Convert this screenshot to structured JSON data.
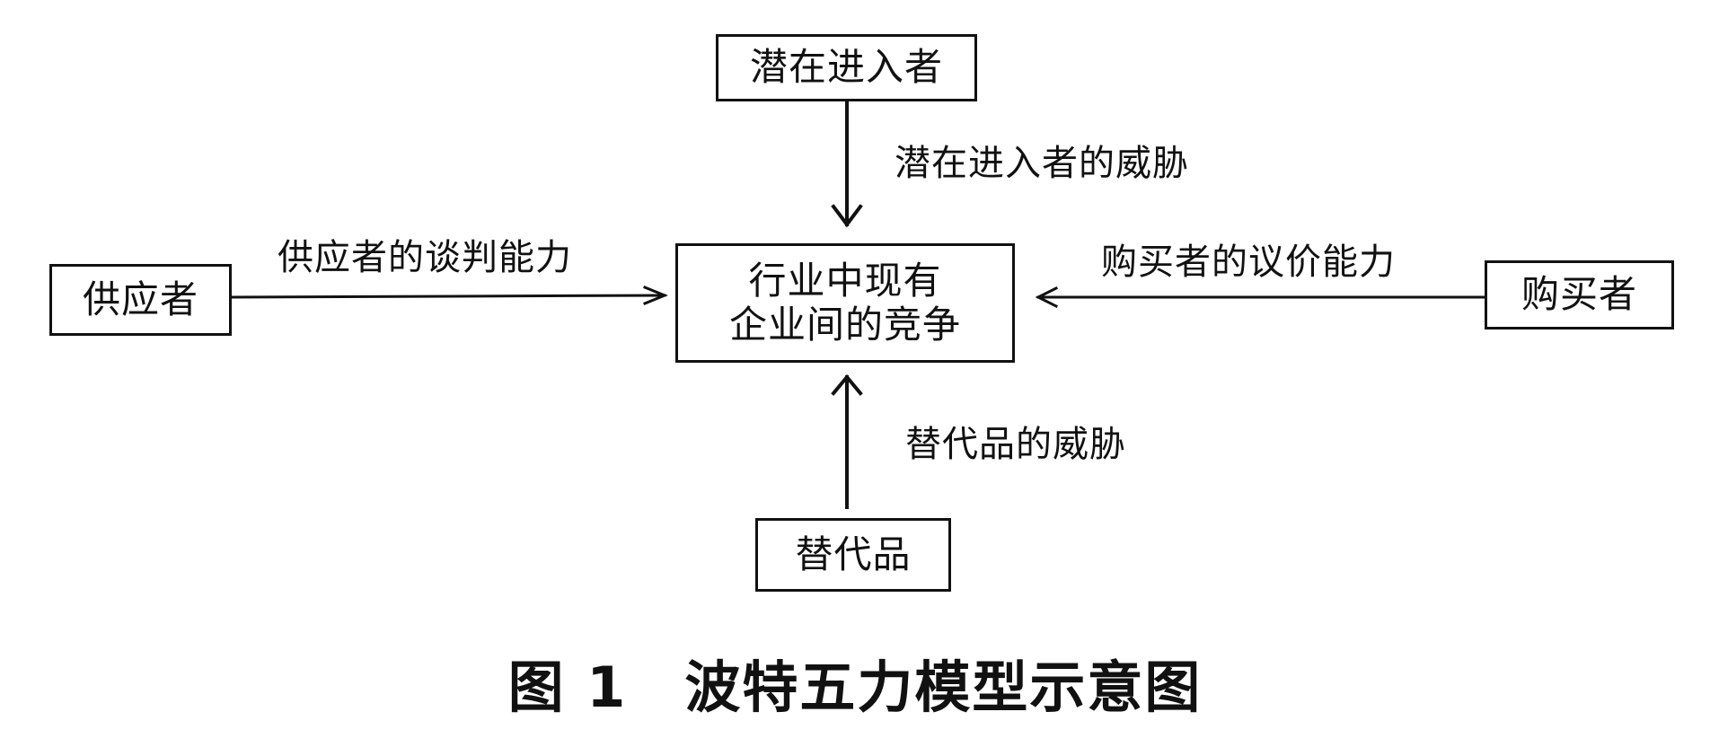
{
  "diagram": {
    "nodes": {
      "potential_entrants": "潜在进入者",
      "suppliers": "供应者",
      "industry_competition_line1": "行业中现有",
      "industry_competition_line2": "企业间的竞争",
      "buyers": "购买者",
      "substitutes": "替代品"
    },
    "edges": {
      "threat_of_new_entrants": "潜在进入者的威胁",
      "bargaining_power_of_suppliers": "供应者的谈判能力",
      "bargaining_power_of_buyers": "购买者的议价能力",
      "threat_of_substitutes": "替代品的威胁"
    }
  },
  "caption": "图 1　波特五力模型示意图"
}
